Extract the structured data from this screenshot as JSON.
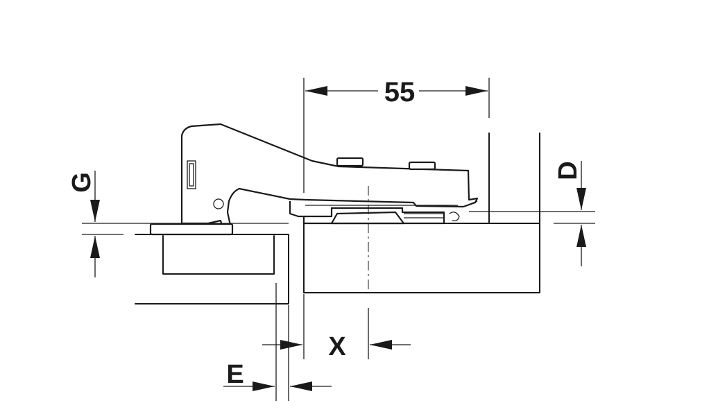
{
  "labels": {
    "dim_55": "55",
    "dim_g": "G",
    "dim_d": "D",
    "dim_x": "X",
    "dim_e": "E"
  },
  "colors": {
    "line": "#1a1a1a",
    "background": "#ffffff"
  }
}
